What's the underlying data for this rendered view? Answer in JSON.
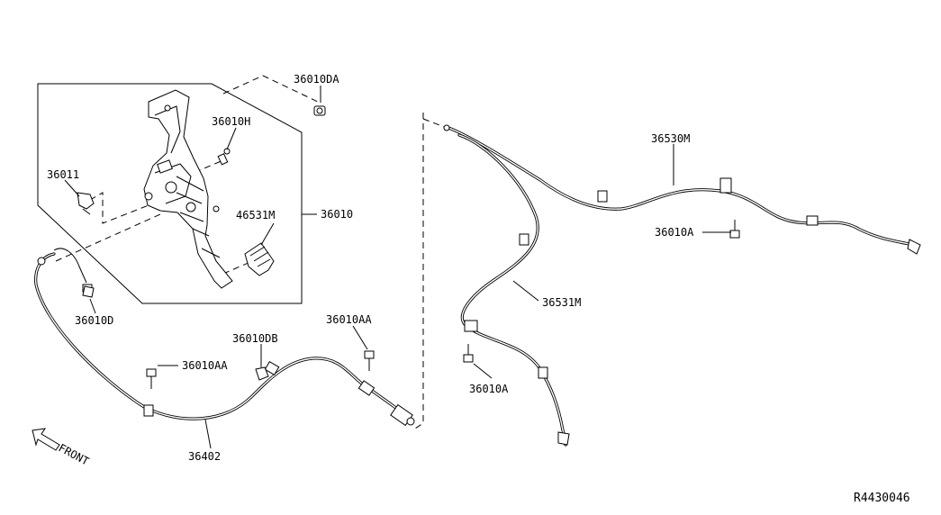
{
  "diagram": {
    "labels": {
      "p36010DA": "36010DA",
      "p36010H": "36010H",
      "p36011": "36011",
      "p46531M": "46531M",
      "p36010": "36010",
      "p36010D": "36010D",
      "p36010DB": "36010DB",
      "p36010AA_a": "36010AA",
      "p36010AA_b": "36010AA",
      "p36402": "36402",
      "p36530M": "36530M",
      "p36010A_a": "36010A",
      "p36531M": "36531M",
      "p36010A_b": "36010A",
      "front": "FRONT",
      "ref": "R4430046"
    }
  }
}
